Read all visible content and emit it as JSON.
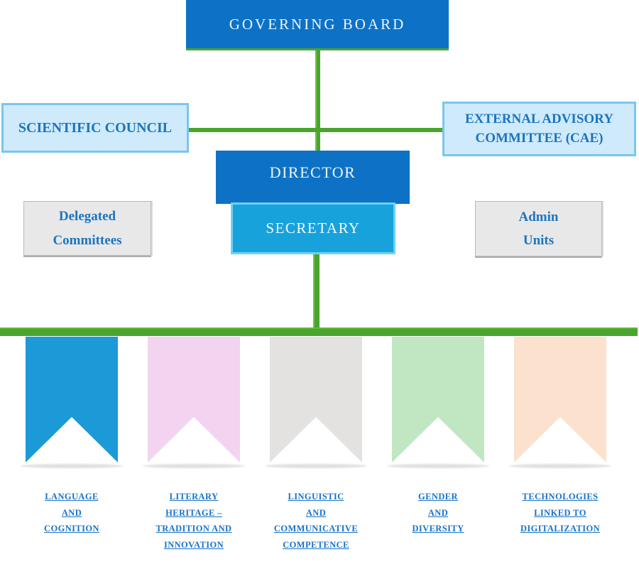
{
  "colors": {
    "dark_blue": "#0d72c6",
    "secretary_blue": "#18a2dc",
    "secretary_border": "#6fd0f5",
    "light_blue_fill": "#cfeafb",
    "light_blue_border": "#79c6ee",
    "gray_fill": "#e9e8e8",
    "connector_green": "#4aa52e",
    "text_blue": "#1b75c0"
  },
  "boxes": {
    "governing_board": "GOVERNING BOARD",
    "scientific_council": "SCIENTIFIC COUNCIL",
    "external_advisory": {
      "lines": [
        "EXTERNAL ADVISORY",
        "COMMITTEE (CAE)"
      ]
    },
    "director": "DIRECTOR",
    "secretary": "SECRETARY",
    "delegated_committees": {
      "lines": [
        "Delegated",
        "Committees"
      ]
    },
    "admin_units": {
      "lines": [
        "Admin",
        "Units"
      ]
    }
  },
  "research_lines": [
    {
      "banner_color": "#1b9ad7",
      "lines": [
        "LANGUAGE",
        "AND",
        "COGNITION"
      ]
    },
    {
      "banner_color": "#f2d4f0",
      "lines": [
        "LITERARY",
        "HERITAGE –",
        "TRADITION AND",
        "INNOVATION"
      ]
    },
    {
      "banner_color": "#e3e2e0",
      "lines": [
        "LINGUISTIC",
        "AND",
        "COMMUNICATIVE",
        "COMPETENCE"
      ]
    },
    {
      "banner_color": "#c0e7c2",
      "lines": [
        "GENDER",
        "AND",
        "DIVERSITY"
      ]
    },
    {
      "banner_color": "#fbe1ce",
      "lines": [
        "TECHNOLOGIES",
        "LINKED TO",
        "DIGITALIZATION"
      ]
    }
  ]
}
